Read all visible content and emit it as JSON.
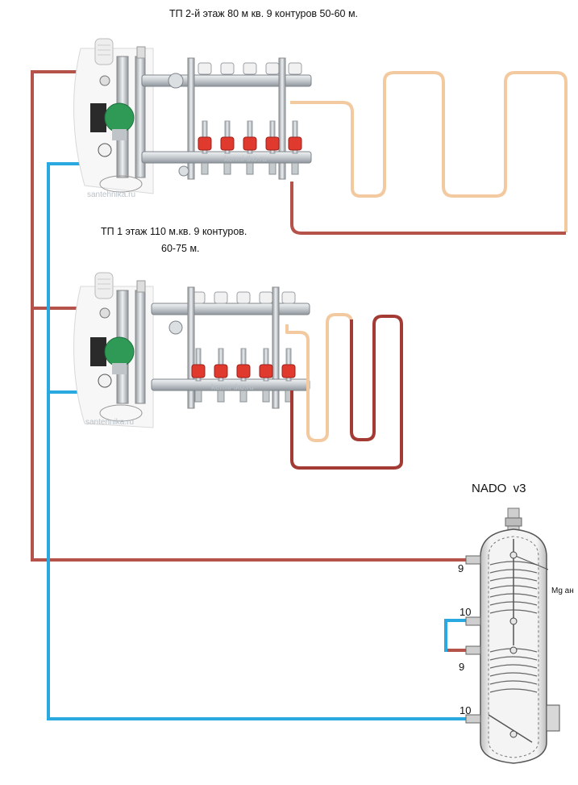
{
  "floor2": {
    "title": "ТП 2-й этаж 80 м кв. 9 контуров 50-60 м.",
    "watermark_site": "santehnika.ru",
    "watermark_store": "kermi-tko.ru"
  },
  "floor1": {
    "title_line1": "ТП 1 этаж 110 м.кв. 9 контуров.",
    "title_line2": "60-75 м.",
    "watermark_site": "santehnika.ru",
    "watermark_store": "kermi-tko.ru"
  },
  "boiler": {
    "model": "NADO  v3",
    "anode_label": "Mg ан",
    "port_top_supply": "9",
    "port_top_return": "10",
    "port_bottom_supply": "9",
    "port_bottom_return": "10"
  },
  "colors": {
    "supply_pipe": "#b5524a",
    "return_pipe": "#2aa9e0",
    "loop_light": "#f3c9a0",
    "loop_dark": "#a33a33",
    "valve_red": "#e03a2f",
    "pump_green": "#2f9a56"
  }
}
